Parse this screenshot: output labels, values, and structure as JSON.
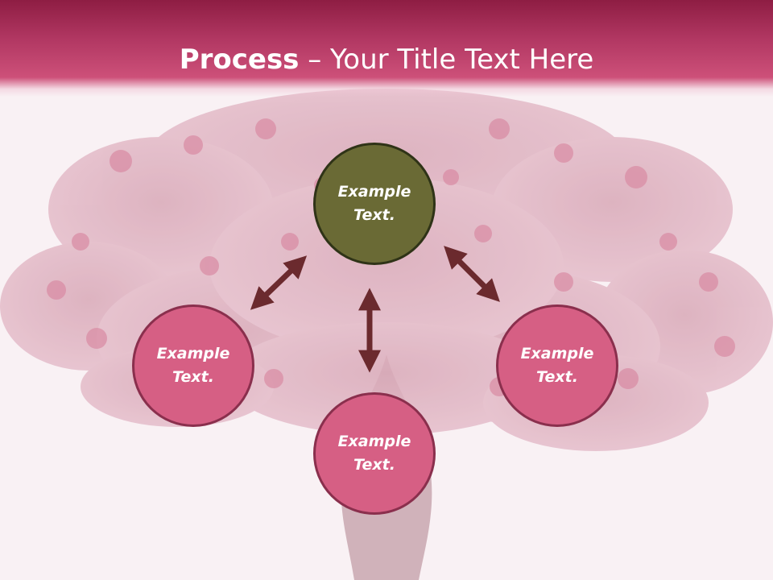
{
  "header": {
    "title_bold": "Process",
    "title_rest": " – Your Title Text Here"
  },
  "colors": {
    "header_dark": "#8e1d43",
    "header_light": "#cd5079",
    "center_node": "#6a6a35",
    "outer_node": "#d65f84",
    "arrow": "#6b2a2e",
    "background": "#f9f1f4"
  },
  "nodes": {
    "top": {
      "line1": "Example",
      "line2": "Text."
    },
    "left": {
      "line1": "Example",
      "line2": "Text."
    },
    "right": {
      "line1": "Example",
      "line2": "Text."
    },
    "bottom": {
      "line1": "Example",
      "line2": "Text."
    }
  }
}
